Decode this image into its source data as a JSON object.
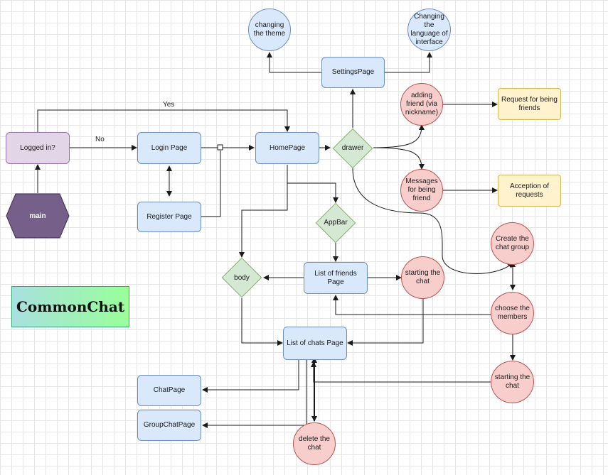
{
  "title": "CommonChat",
  "nodes": {
    "logged_in": "Logged in?",
    "main": "main",
    "login_page": "Login Page",
    "register_page": "Register Page",
    "home_page": "HomePage",
    "drawer": "drawer",
    "settings_page": "SettingsPage",
    "changing_theme": "changing the theme",
    "changing_language": "Changing the language of interface",
    "adding_friend": "adding friend (via nickname)",
    "request_friends": "Request for being friends",
    "messages_friend": "Messages for being friend",
    "acception_requests": "Acception of requests",
    "create_group": "Create the chat group",
    "choose_members": "choose the members",
    "starting_chat_group": "starting the chat",
    "appbar": "AppBar",
    "body": "body",
    "list_friends": "List of friends Page",
    "starting_chat_friend": "starting the chat",
    "list_chats": "List of chats Page",
    "chat_page": "ChatPage",
    "group_chat_page": "GroupChatPage",
    "delete_chat": "delete the chat"
  },
  "edge_labels": {
    "yes": "Yes",
    "no": "No"
  },
  "colors": {
    "blue_fill": "#dae8fc",
    "red_fill": "#f8cecc",
    "green_fill": "#d5e8d4",
    "yellow_fill": "#fff2cc",
    "purple_fill": "#e1d5e7",
    "hexagon_fill": "#76608a",
    "edge": "#1a1a1a"
  }
}
